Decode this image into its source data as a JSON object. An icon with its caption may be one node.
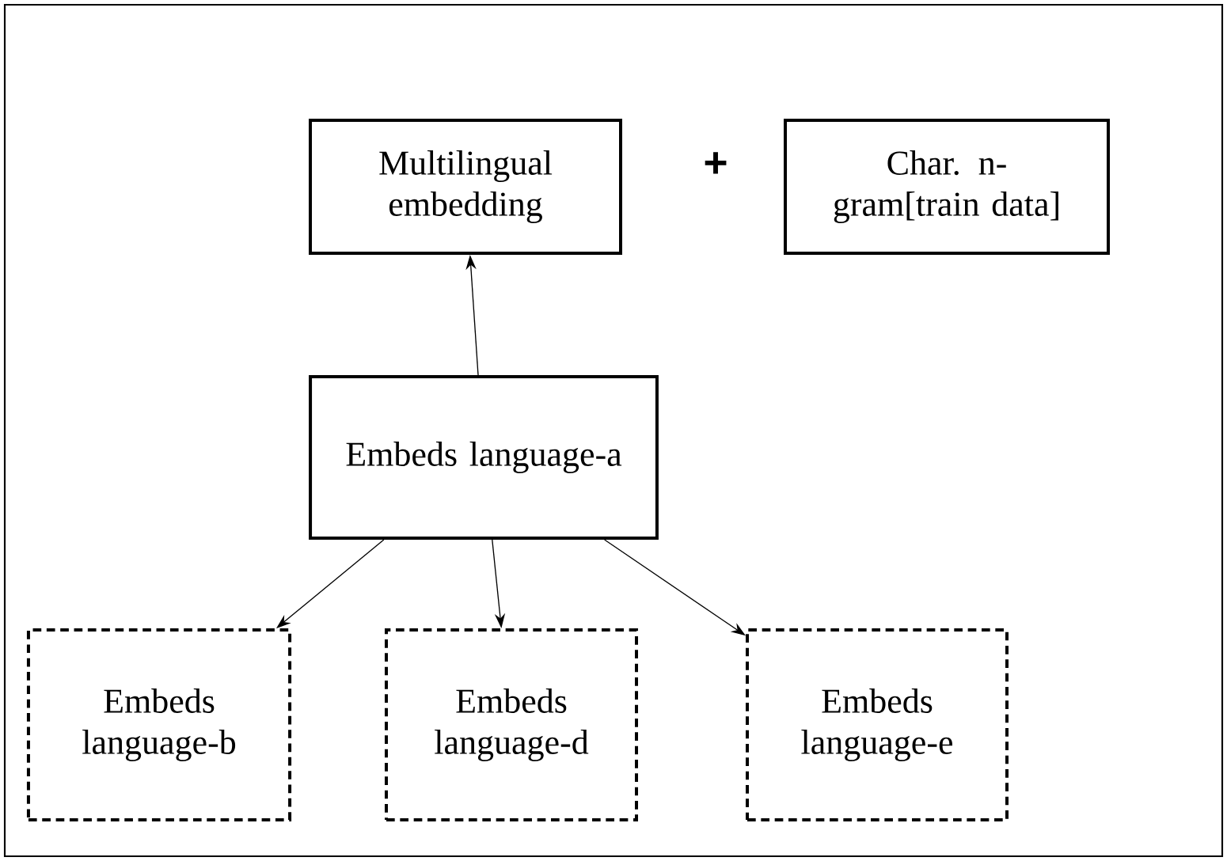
{
  "diagram": {
    "nodes": [
      {
        "text": [
          "Multilingual embedding"
        ]
      },
      {
        "text": [
          "Char. n-gram[train data]"
        ]
      },
      {
        "text": [
          "Embeds language-a"
        ]
      },
      {
        "text": [
          "Embeds language-b"
        ]
      },
      {
        "text": [
          "Embeds language-d"
        ]
      },
      {
        "text": [
          "Embeds language-e"
        ]
      }
    ],
    "edges": [
      {
        "from": 2,
        "to": 0,
        "arrow": "to"
      },
      {
        "from": 2,
        "to": 3,
        "arrow": "to"
      },
      {
        "from": 2,
        "to": 4,
        "arrow": "to"
      },
      {
        "from": 2,
        "to": 5,
        "arrow": "to"
      }
    ],
    "labels": [
      "+"
    ]
  }
}
